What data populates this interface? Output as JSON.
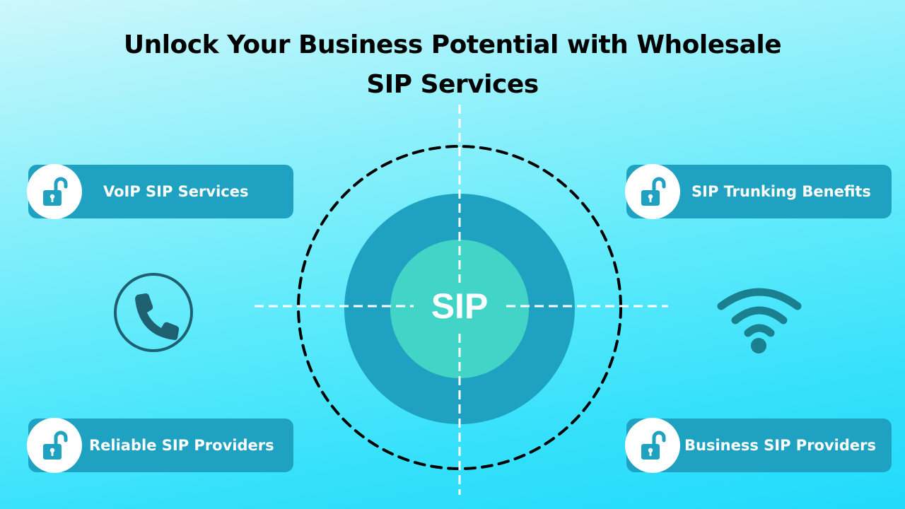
{
  "title": {
    "line1": "Unlock Your Business Potential with Wholesale",
    "line2": "SIP Services"
  },
  "center": {
    "label": "SIP"
  },
  "features": [
    {
      "label": "VoIP SIP Services",
      "icon": "unlock-icon"
    },
    {
      "label": "SIP Trunking Benefits",
      "icon": "unlock-icon"
    },
    {
      "label": "Reliable SIP Providers",
      "icon": "unlock-icon"
    },
    {
      "label": "Business SIP Providers",
      "icon": "unlock-icon"
    }
  ],
  "side_icons": {
    "left": "phone-icon",
    "right": "wifi-icon"
  },
  "colors": {
    "pill": "#1fa2c2",
    "outer_circle": "#1fa2c2",
    "inner_circle": "#42d4c6",
    "icon_dark": "#1e5f70",
    "wifi": "#1a7f8f"
  }
}
